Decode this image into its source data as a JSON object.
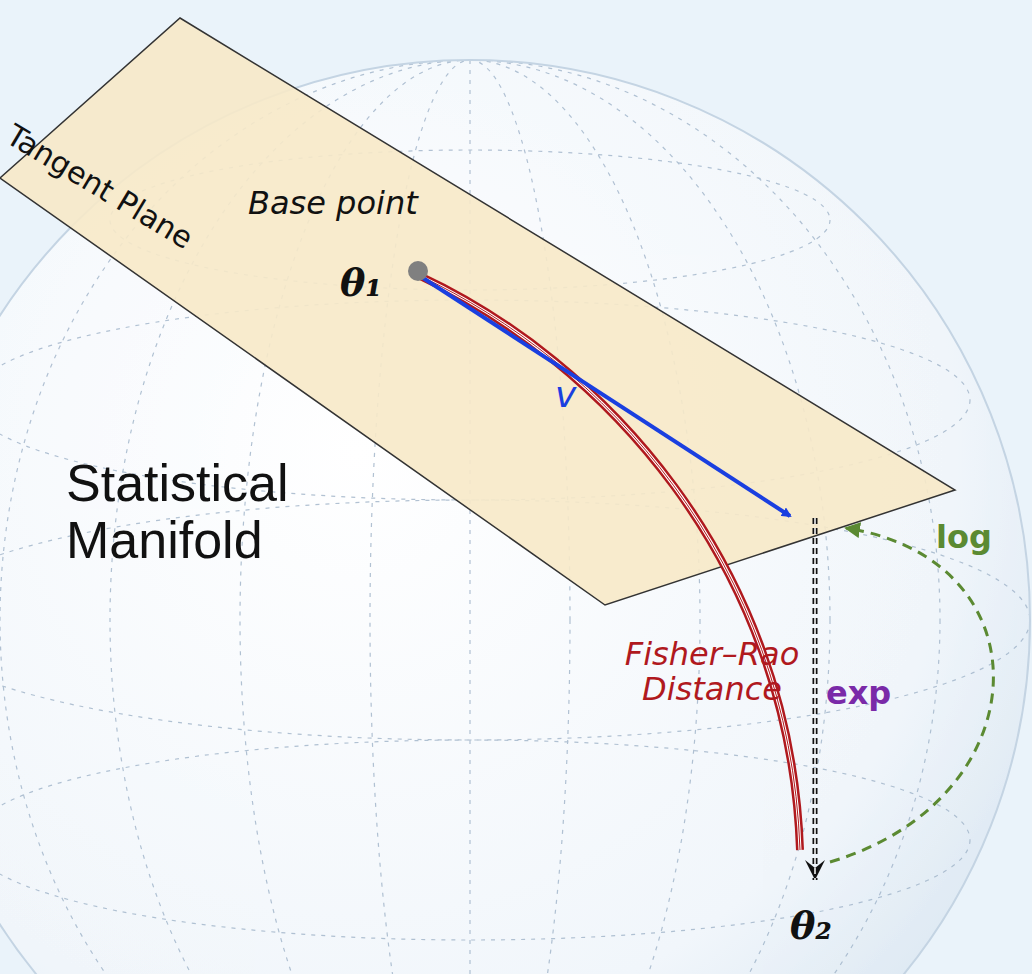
{
  "diagram": {
    "labels": [
      "Tangent Plane",
      "Base point",
      "θ₁",
      "v",
      "Statistical Manifold",
      "Fisher–Rao Distance",
      "exp",
      "log",
      "θ₂"
    ]
  }
}
